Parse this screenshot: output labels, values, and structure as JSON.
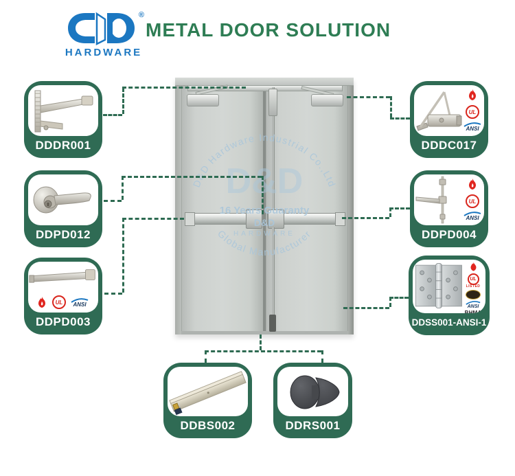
{
  "header": {
    "logo": {
      "name": "HARDWARE",
      "registered": "®"
    },
    "title": "METAL DOOR SOLUTION"
  },
  "products": [
    {
      "label": "DDDR001",
      "type": "door-coordinator-bracket",
      "certs": []
    },
    {
      "label": "DDDC017",
      "type": "door-closer",
      "certs": [
        "fire",
        "ul",
        "ansi"
      ]
    },
    {
      "label": "DDPD012",
      "type": "lever-handle",
      "certs": []
    },
    {
      "label": "DDPD004",
      "type": "vertical-rod-panic-device",
      "certs": [
        "fire",
        "ul",
        "ansi"
      ]
    },
    {
      "label": "DDPD003",
      "type": "panic-exit-push-bar",
      "certs": [
        "fire",
        "ul",
        "ansi"
      ]
    },
    {
      "label": "DDSS001-ANSI-1",
      "type": "ball-bearing-hinge",
      "certs": [
        "fire",
        "ul-listed",
        "badge",
        "ansi",
        "bhma"
      ]
    },
    {
      "label": "DDBS002",
      "type": "automatic-door-bottom-seal",
      "certs": []
    },
    {
      "label": "DDRS001",
      "type": "rubber-door-stop",
      "certs": []
    }
  ],
  "cert_labels": {
    "ul": "UL",
    "listed": "LISTED",
    "ansi": "ANSI",
    "bhma": "BHMA"
  },
  "watermark": {
    "arc_top": "D&D Hardware Industrial Co.,Ltd",
    "monogram": "D&D",
    "line": "16 Years Guaranty",
    "brand": "D&D",
    "brand_sub": "HARDWARE",
    "arc_bottom": "Global Manufacturer"
  },
  "colors": {
    "box_green": "#2f6b54",
    "title_green": "#2e7d54",
    "logo_blue": "#1b77c1",
    "cert_red": "#d9251c",
    "door_gray": "#c6cac7",
    "watermark_blue": "#a9c6db"
  }
}
